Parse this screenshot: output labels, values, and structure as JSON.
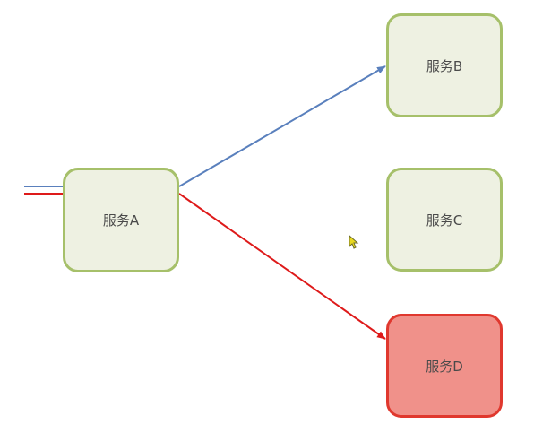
{
  "nodes": {
    "a": {
      "label": "服务A",
      "status": "normal"
    },
    "b": {
      "label": "服务B",
      "status": "normal"
    },
    "c": {
      "label": "服务C",
      "status": "normal"
    },
    "d": {
      "label": "服务D",
      "status": "failed"
    }
  },
  "edges": [
    {
      "id": "request-to-b",
      "to": "b",
      "color": "#5a80bd"
    },
    {
      "id": "request-to-d",
      "to": "d",
      "color": "#de1a1a"
    }
  ],
  "colors": {
    "normal_fill": "#eef1e2",
    "normal_border": "#a6c06a",
    "failed_fill": "#f0918a",
    "failed_border": "#e0382e",
    "cursor": "#e8d820"
  },
  "icons": {
    "cursor": "mouse-pointer-icon"
  }
}
